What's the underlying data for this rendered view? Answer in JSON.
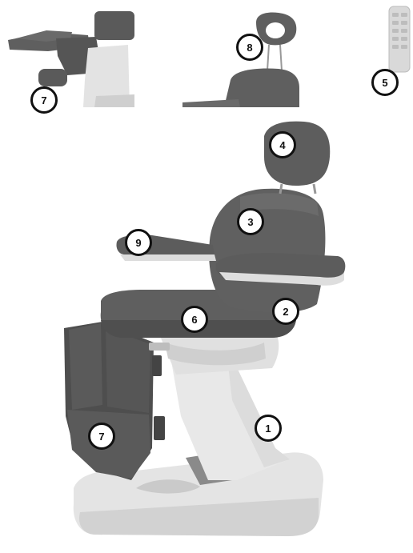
{
  "callouts": [
    {
      "id": "c7-inset",
      "label": "7"
    },
    {
      "id": "c8",
      "label": "8"
    },
    {
      "id": "c5",
      "label": "5"
    },
    {
      "id": "c4",
      "label": "4"
    },
    {
      "id": "c3",
      "label": "3"
    },
    {
      "id": "c9",
      "label": "9"
    },
    {
      "id": "c2",
      "label": "2"
    },
    {
      "id": "c6",
      "label": "6"
    },
    {
      "id": "c1",
      "label": "1"
    },
    {
      "id": "c7-main",
      "label": "7"
    }
  ],
  "colors": {
    "upholstery": "#5f5f5f",
    "upholstery_dark": "#4a4a4a",
    "base": "#e6e6e6",
    "base_shadow": "#cfcfcf",
    "outline": "#111111"
  }
}
